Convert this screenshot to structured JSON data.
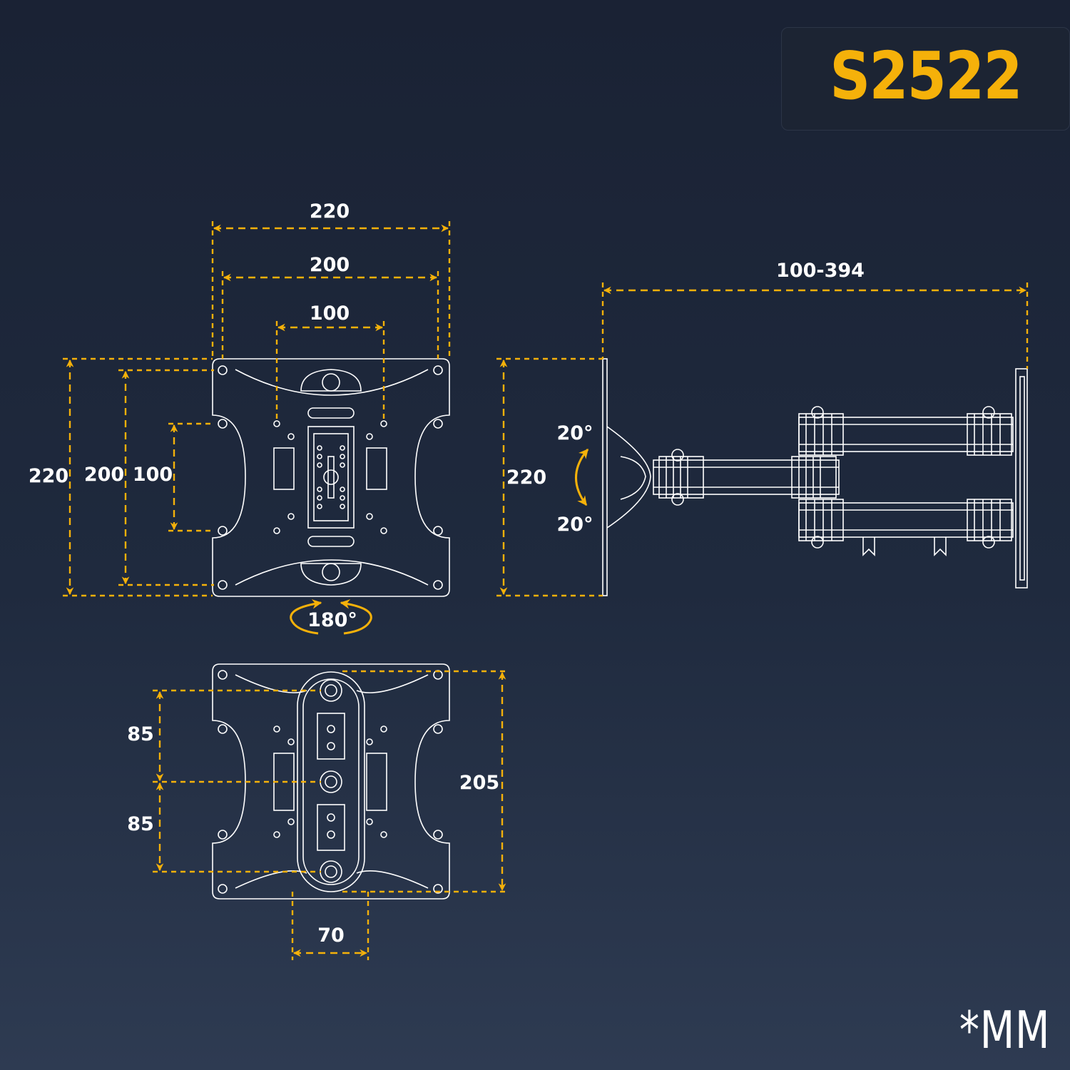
{
  "model": "S2522",
  "unit_note": "*MM",
  "colors": {
    "accent": "#f5b10a",
    "line": "#ffffff",
    "background": "#1e2638"
  },
  "front_view": {
    "width_outer": "220",
    "width_mid": "200",
    "width_inner": "100",
    "height_outer": "220",
    "height_mid": "200",
    "height_inner": "100",
    "rotation": "180°"
  },
  "back_view": {
    "spacing_upper": "85",
    "spacing_lower": "85",
    "height": "205",
    "width": "70"
  },
  "side_view": {
    "extension": "100-394",
    "plate_height": "220",
    "tilt_up": "20°",
    "tilt_down": "20°"
  }
}
